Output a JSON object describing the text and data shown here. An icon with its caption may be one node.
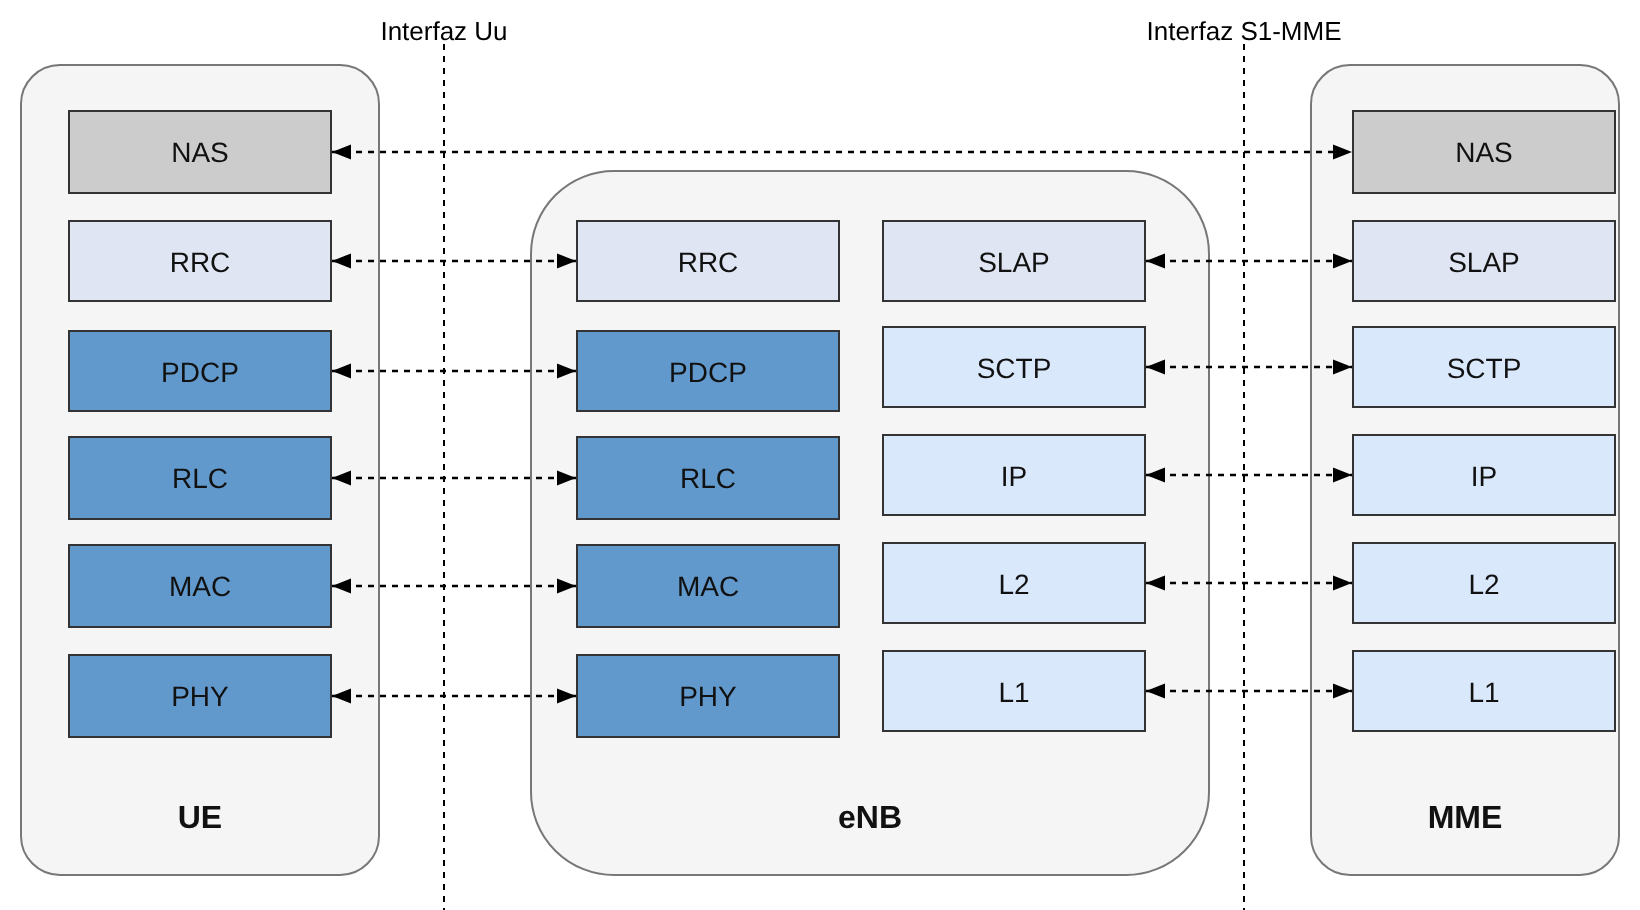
{
  "diagram": {
    "nodes": [
      {
        "text": [
          "UE"
        ]
      },
      {
        "text": [
          "NAS"
        ],
        "in": 0
      },
      {
        "text": [
          "RRC"
        ],
        "in": 0
      },
      {
        "text": [
          "PDCP"
        ],
        "in": 0
      },
      {
        "text": [
          "RLC"
        ],
        "in": 0
      },
      {
        "text": [
          "MAC"
        ],
        "in": 0
      },
      {
        "text": [
          "PHY"
        ],
        "in": 0
      },
      {
        "text": [
          "eNB"
        ]
      },
      {
        "text": [
          "RRC"
        ],
        "in": 7
      },
      {
        "text": [
          "PDCP"
        ],
        "in": 7
      },
      {
        "text": [
          "RLC"
        ],
        "in": 7
      },
      {
        "text": [
          "MAC"
        ],
        "in": 7
      },
      {
        "text": [
          "PHY"
        ],
        "in": 7
      },
      {
        "text": [
          "SLAP"
        ],
        "in": 7
      },
      {
        "text": [
          "SCTP"
        ],
        "in": 7
      },
      {
        "text": [
          "IP"
        ],
        "in": 7
      },
      {
        "text": [
          "L2"
        ],
        "in": 7
      },
      {
        "text": [
          "L1"
        ],
        "in": 7
      },
      {
        "text": [
          "MME"
        ]
      },
      {
        "text": [
          "NAS"
        ],
        "in": 18
      },
      {
        "text": [
          "SLAP"
        ],
        "in": 18
      },
      {
        "text": [
          "SCTP"
        ],
        "in": 18
      },
      {
        "text": [
          "IP"
        ],
        "in": 18
      },
      {
        "text": [
          "L2"
        ],
        "in": 18
      },
      {
        "text": [
          "L1"
        ],
        "in": 18
      }
    ],
    "edges": [
      {
        "from": 1,
        "to": 19,
        "arrow": "both",
        "style": "dashed"
      },
      {
        "from": 2,
        "to": 8,
        "arrow": "both",
        "style": "dashed"
      },
      {
        "from": 3,
        "to": 9,
        "arrow": "both",
        "style": "dashed"
      },
      {
        "from": 4,
        "to": 10,
        "arrow": "both",
        "style": "dashed"
      },
      {
        "from": 5,
        "to": 11,
        "arrow": "both",
        "style": "dashed"
      },
      {
        "from": 6,
        "to": 12,
        "arrow": "both",
        "style": "dashed"
      },
      {
        "from": 13,
        "to": 20,
        "arrow": "both",
        "style": "dashed"
      },
      {
        "from": 14,
        "to": 21,
        "arrow": "both",
        "style": "dashed"
      },
      {
        "from": 15,
        "to": 22,
        "arrow": "both",
        "style": "dashed"
      },
      {
        "from": 16,
        "to": 23,
        "arrow": "both",
        "style": "dashed"
      },
      {
        "from": 17,
        "to": 24,
        "arrow": "both",
        "style": "dashed"
      }
    ],
    "labels": [
      "Interfaz Uu",
      "Interfaz S1-MME"
    ]
  }
}
